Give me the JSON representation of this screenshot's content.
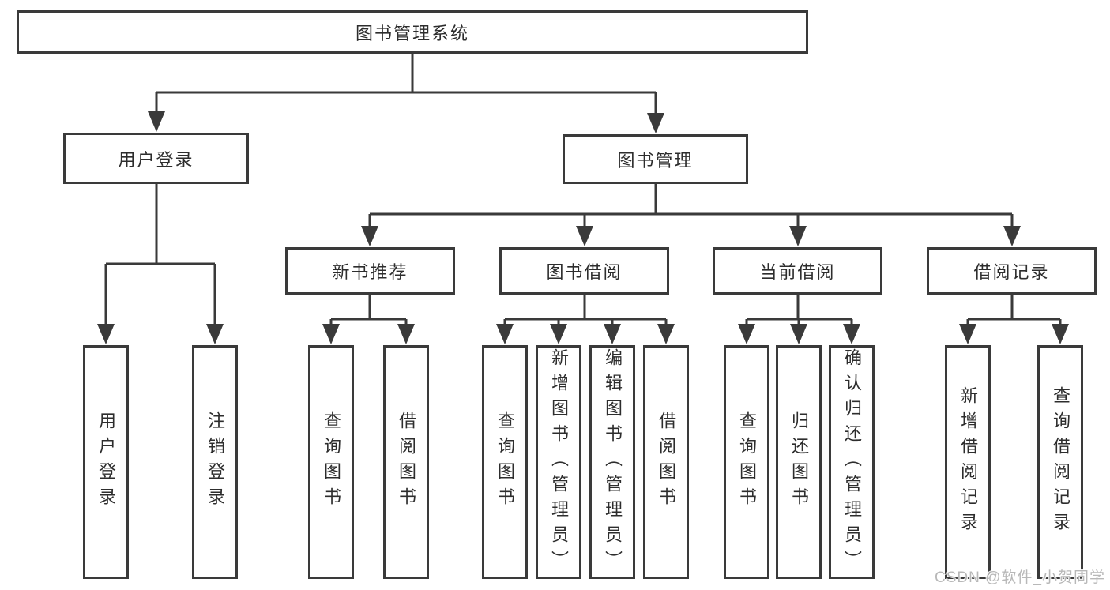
{
  "colors": {
    "line": "#3a3a3a",
    "box_border": "#3a3a3a",
    "text": "#2d2d2d",
    "background": "#ffffff",
    "watermark": "#b8b8b8"
  },
  "tree": {
    "root": {
      "label": "图书管理系统"
    },
    "branches": [
      {
        "label": "用户登录",
        "children": [
          {
            "label": "用户登录"
          },
          {
            "label": "注销登录"
          }
        ]
      },
      {
        "label": "图书管理",
        "children": [
          {
            "label": "新书推荐",
            "children": [
              {
                "label": "查询图书"
              },
              {
                "label": "借阅图书"
              }
            ]
          },
          {
            "label": "图书借阅",
            "children": [
              {
                "label": "查询图书"
              },
              {
                "label": "新增图书（管理员）"
              },
              {
                "label": "编辑图书（管理员）"
              },
              {
                "label": "借阅图书"
              }
            ]
          },
          {
            "label": "当前借阅",
            "children": [
              {
                "label": "查询图书"
              },
              {
                "label": "归还图书"
              },
              {
                "label": "确认归还（管理员）"
              }
            ]
          },
          {
            "label": "借阅记录",
            "children": [
              {
                "label": "新增借阅记录"
              },
              {
                "label": "查询借阅记录"
              }
            ]
          }
        ]
      }
    ]
  },
  "watermark": {
    "text": "CSDN @软件_小贺同学"
  }
}
